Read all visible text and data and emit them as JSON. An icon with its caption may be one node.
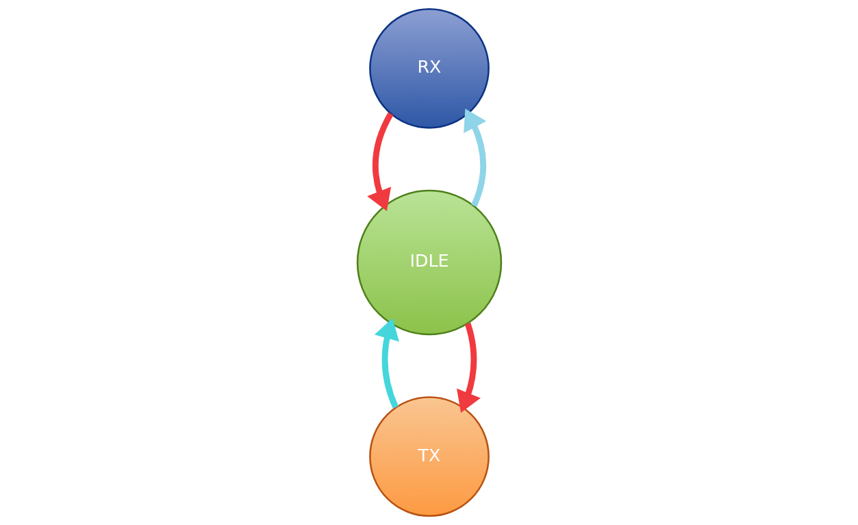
{
  "diagram": {
    "nodes": [
      {
        "text": [
          "TX"
        ]
      },
      {
        "text": [
          "IDLE"
        ]
      },
      {
        "text": [
          "RX"
        ]
      }
    ],
    "edges": [
      {
        "from": 1,
        "to": 0,
        "arrow": "to"
      },
      {
        "from": 1,
        "to": 2,
        "arrow": "to",
        "color": "#8fd4e8"
      },
      {
        "from": 0,
        "to": 1,
        "arrow": "to",
        "color": "#45d6dc"
      },
      {
        "from": 2,
        "to": 1,
        "arrow": "to"
      }
    ]
  }
}
